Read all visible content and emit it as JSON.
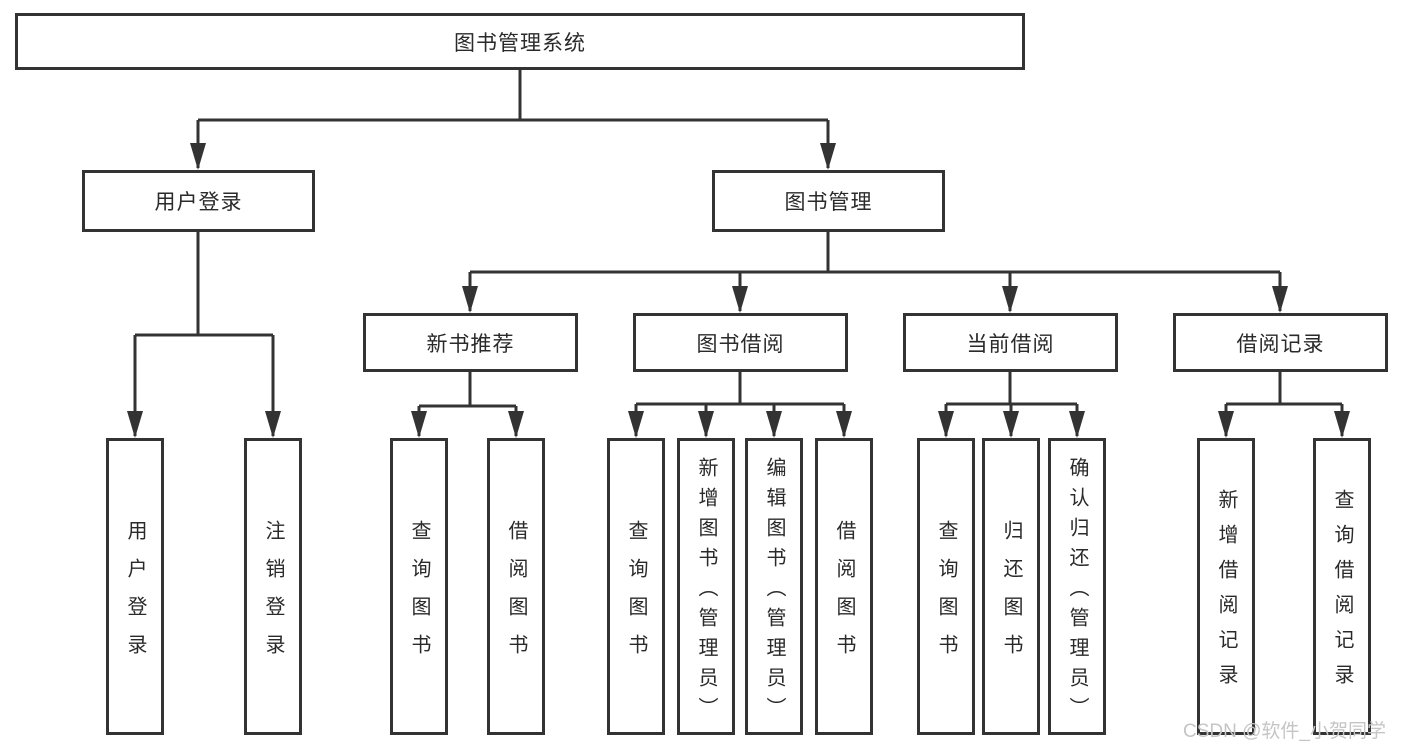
{
  "tree": {
    "label": "图书管理系统",
    "children": [
      {
        "label": "用户登录",
        "children": [
          {
            "label": "用户登录"
          },
          {
            "label": "注销登录"
          }
        ]
      },
      {
        "label": "图书管理",
        "children": [
          {
            "label": "新书推荐",
            "children": [
              {
                "label": "查询图书"
              },
              {
                "label": "借阅图书"
              }
            ]
          },
          {
            "label": "图书借阅",
            "children": [
              {
                "label": "查询图书"
              },
              {
                "label": "新增图书（管理员）"
              },
              {
                "label": "编辑图书（管理员）"
              },
              {
                "label": "借阅图书"
              }
            ]
          },
          {
            "label": "当前借阅",
            "children": [
              {
                "label": "查询图书"
              },
              {
                "label": "归还图书"
              },
              {
                "label": "确认归还（管理员）"
              }
            ]
          },
          {
            "label": "借阅记录",
            "children": [
              {
                "label": "新增借阅记录"
              },
              {
                "label": "查询借阅记录"
              }
            ]
          }
        ]
      }
    ]
  },
  "watermark": {
    "text": "CSDN @软件_小贺同学"
  },
  "colors": {
    "line": "#333333",
    "box_border": "#333333",
    "text": "#2a2a2a",
    "background": "#ffffff",
    "watermark": "#c5c5c5"
  }
}
